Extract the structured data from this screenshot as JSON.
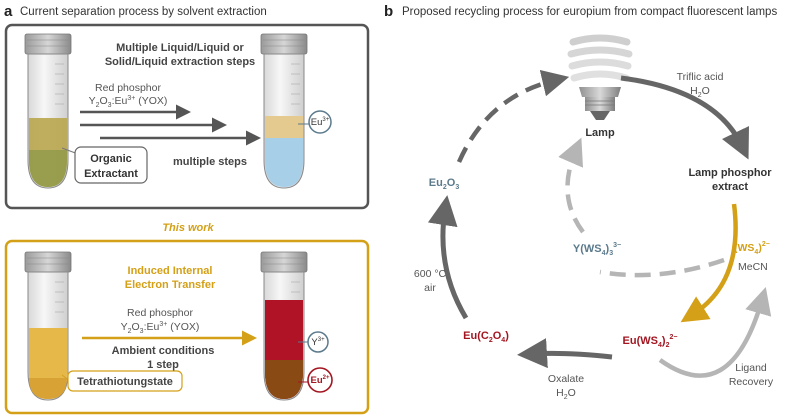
{
  "panel_a": {
    "letter": "a",
    "title": "Current separation process by solvent extraction",
    "top_box": {
      "heading_line1": "Multiple Liquid/Liquid or",
      "heading_line2": "Solid/Liquid extraction steps",
      "phosphor_line1": "Red phosphor",
      "formula_y": "Y",
      "formula_2": "2",
      "formula_o": "O",
      "formula_3": "3",
      "formula_eu": ":Eu",
      "formula_charge": "3+",
      "formula_yox": " (YOX)",
      "organic_line1": "Organic",
      "organic_line2": "Extractant",
      "multiple_steps": "multiple steps",
      "eu_label": "Eu",
      "eu_charge": "3+"
    },
    "this_work": "This work",
    "bottom_box": {
      "heading_line1": "Induced Internal",
      "heading_line2": "Electron Transfer",
      "phosphor_line1": "Red phosphor",
      "formula_y": "Y",
      "formula_2": "2",
      "formula_o": "O",
      "formula_3": "3",
      "formula_eu": ":Eu",
      "formula_charge": "3+",
      "formula_yox": " (YOX)",
      "ambient_line1": "Ambient conditions",
      "ambient_line2": "1 step",
      "tetrathio": "Tetrathiotungstate",
      "y_label": "Y",
      "y_charge": "3+",
      "eu_label": "Eu",
      "eu_charge": "2+"
    }
  },
  "panel_b": {
    "letter": "b",
    "title": "Proposed recycling process for europium from compact fluorescent lamps",
    "lamp": "Lamp",
    "triflic_line1": "Triflic acid",
    "triflic_line2": "H",
    "triflic_sub": "2",
    "triflic_o": "O",
    "extract_line1": "Lamp phosphor",
    "extract_line2": "extract",
    "ws4_open": "(WS",
    "ws4_sub": "4",
    "ws4_close": ")",
    "ws4_charge": "2−",
    "mecn": "MeCN",
    "y_ws4_a": "Y(WS",
    "y_ws4_sub": "4",
    "y_ws4_b": ")",
    "y_ws4_sub2": "3",
    "y_ws4_charge": "3−",
    "eu_ws4_a": "Eu(WS",
    "eu_ws4_sub": "4",
    "eu_ws4_b": ")",
    "eu_ws4_sub2": "2",
    "eu_ws4_charge": "2−",
    "ligand_line1": "Ligand",
    "ligand_line2": "Recovery",
    "oxalate_line1": "Oxalate",
    "oxalate_line2": "H",
    "oxalate_sub": "2",
    "oxalate_o": "O",
    "euc2o4_a": "Eu(C",
    "euc2o4_sub1": "2",
    "euc2o4_b": "O",
    "euc2o4_sub2": "4",
    "euc2o4_c": ")",
    "temp_line1": "600 °C",
    "temp_line2": "air",
    "eu2o3_a": "Eu",
    "eu2o3_sub1": "2",
    "eu2o3_b": "O",
    "eu2o3_sub2": "3"
  },
  "colors": {
    "gold": "#d4a017",
    "dark_red": "#a31621",
    "steel_blue": "#5b7a8c",
    "gray_arrow": "#666666",
    "light_gray_arrow": "#b5b5b5"
  }
}
